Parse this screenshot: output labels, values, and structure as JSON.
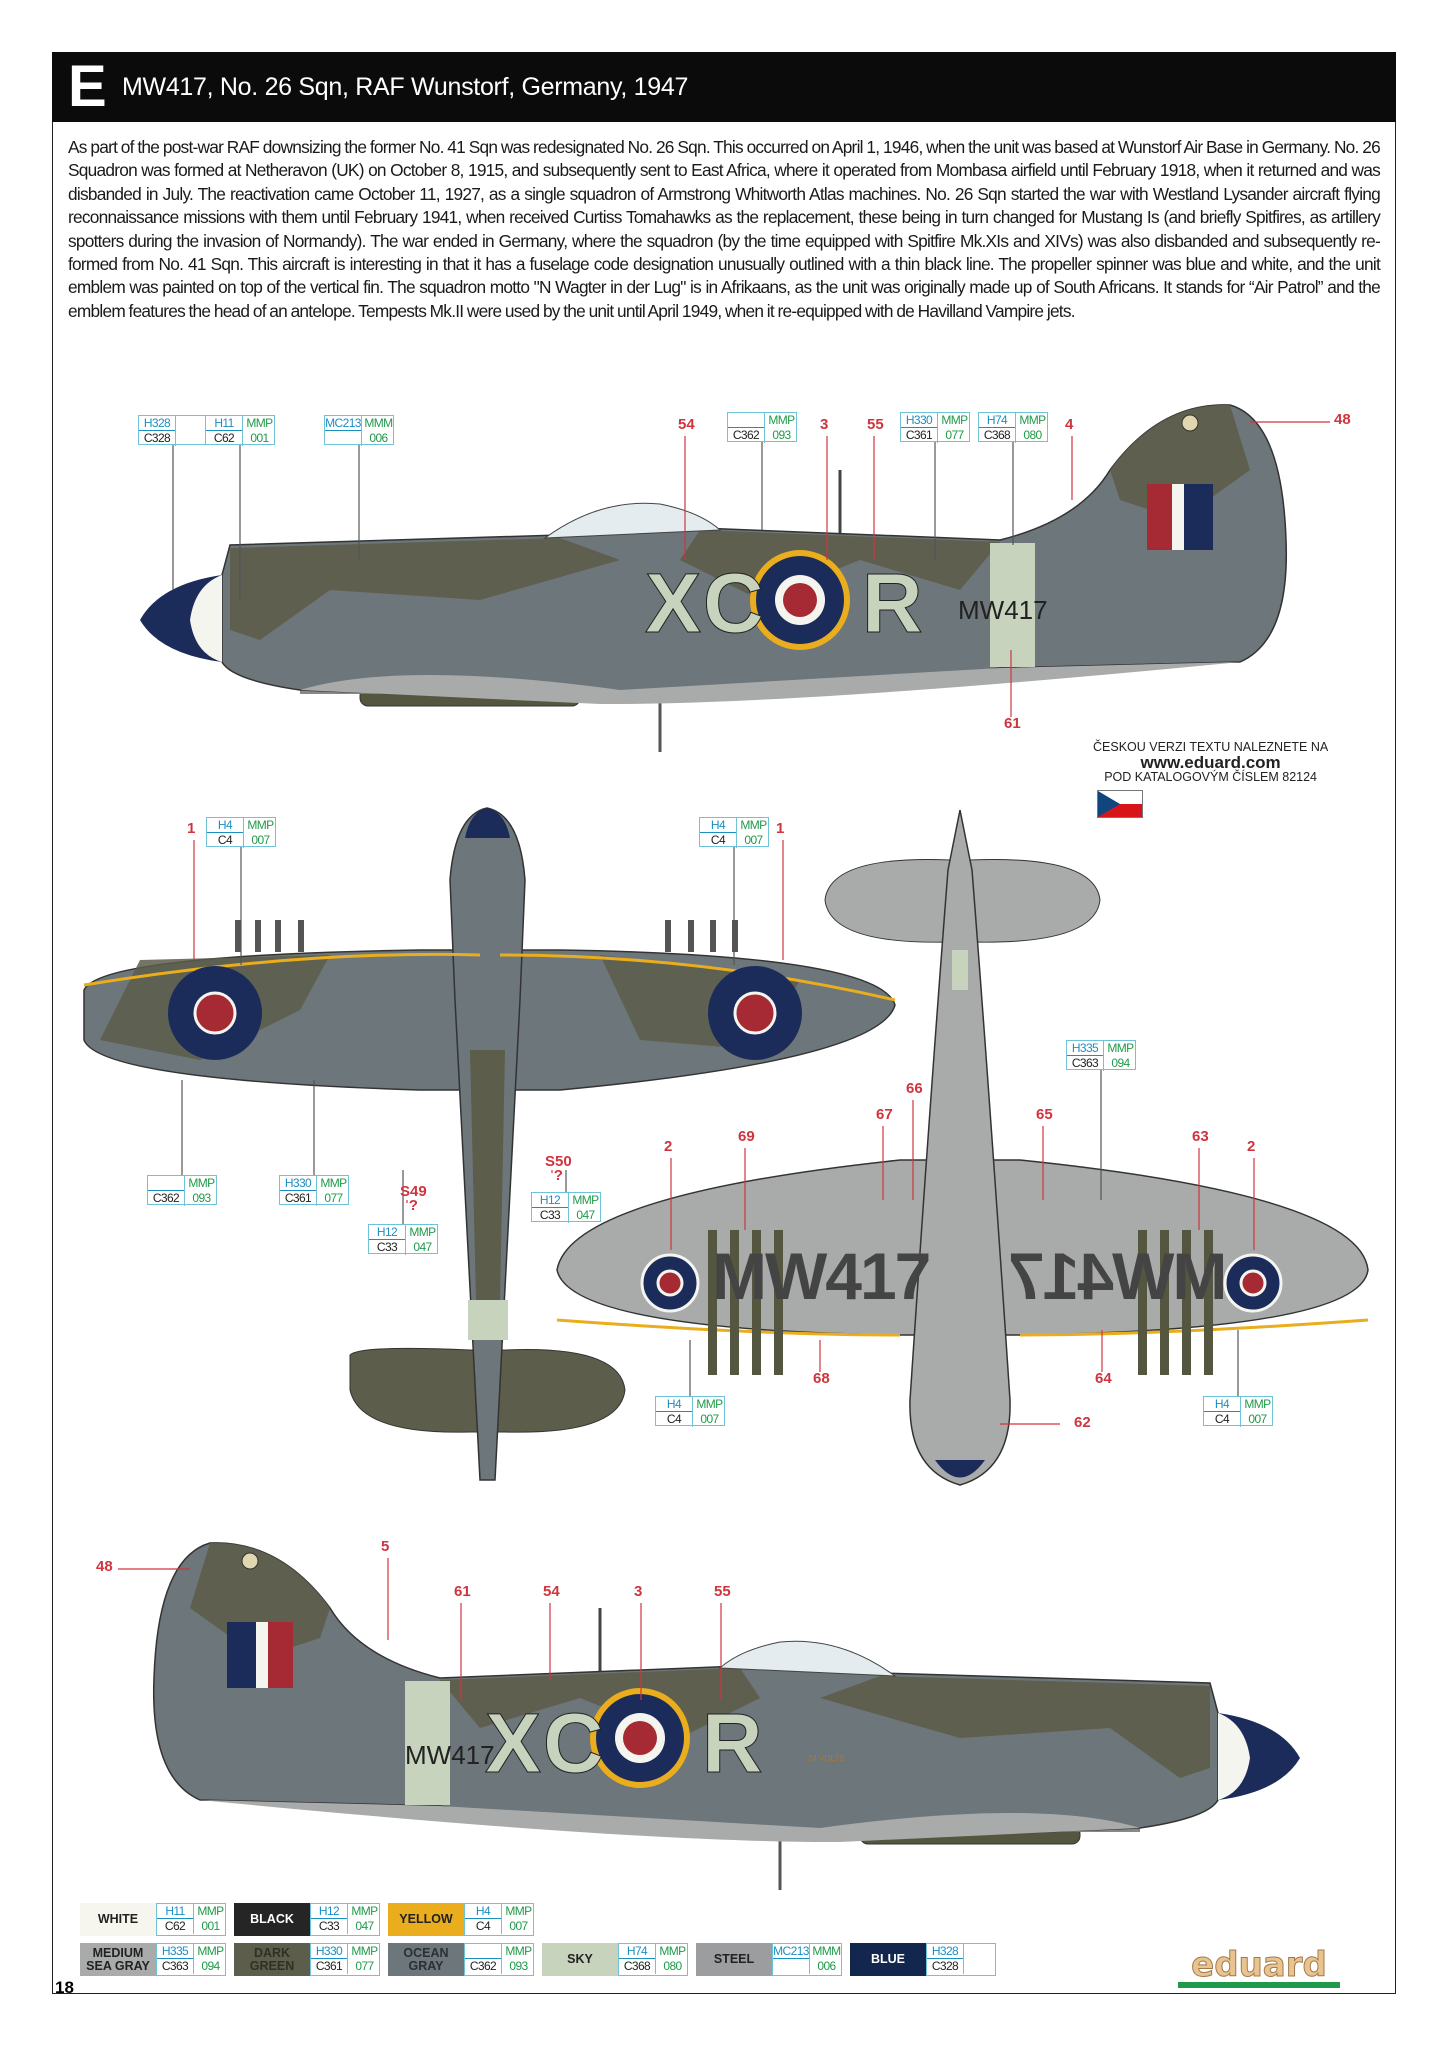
{
  "header": {
    "letter": "E",
    "title": "MW417, No. 26 Sqn, RAF Wunstorf, Germany, 1947"
  },
  "description": "As part of the post-war RAF downsizing the former No. 41 Sqn was redesignated No. 26 Sqn. This occurred on April 1, 1946, when the unit was based at Wunstorf Air Base in Germany. No. 26 Squadron was formed at Netheravon (UK) on October 8, 1915, and subsequently sent to East Africa, where it operated from Mombasa airfield until February 1918, when it returned and was disbanded in July. The reactivation came October 11, 1927, as a single squadron of Armstrong Whitworth Atlas machines. No. 26 Sqn started the war with Westland Lysander aircraft flying reconnaissance missions with them until February 1941, when received Curtiss Tomahawks as the replacement, these being in turn changed for Mustang Is (and briefly Spitfires, as artillery spotters during the invasion of Normandy). The war ended in Germany, where the squadron (by the time equipped with Spitfire Mk.XIs and XIVs) was also disbanded and subsequently re-formed from No. 41 Sqn. This aircraft is interesting in that it has a fuselage code designation unusually outlined with a thin black line. The propeller spinner was blue and white, and the unit emblem was painted on top of the vertical fin. The squadron motto \"N Wagter in der Lug\" is in Afrikaans, as the unit was originally made up of South Africans. It stands for “Air Patrol” and the emblem features the head of an antelope. Tempests Mk.II were used by the unit until April 1949, when it re-equipped with de Havilland Vampire jets.",
  "aircraft": {
    "code_left": "XC",
    "code_right": "R",
    "serial": "MW417",
    "stencil": "24 VOLTS"
  },
  "czech_note": {
    "line1": "ČESKOU VERZI TEXTU NALEZNETE NA",
    "url": "www.eduard.com",
    "line2": "POD KATALOGOVÝM ČÍSLEM 82124"
  },
  "paint_refs": [
    {
      "h": "H328",
      "c": "C328",
      "m": "",
      "n": ""
    },
    {
      "h": "H11",
      "c": "C62",
      "m": "MMP",
      "n": "001"
    },
    {
      "h": "MC213",
      "c": "",
      "m": "MMM",
      "n": "006"
    },
    {
      "h": "",
      "c": "C362",
      "m": "MMP",
      "n": "093"
    },
    {
      "h": "H330",
      "c": "C361",
      "m": "MMP",
      "n": "077"
    },
    {
      "h": "H74",
      "c": "C368",
      "m": "MMP",
      "n": "080"
    },
    {
      "h": "H4",
      "c": "C4",
      "m": "MMP",
      "n": "007"
    },
    {
      "h": "H4",
      "c": "C4",
      "m": "MMP",
      "n": "007"
    },
    {
      "h": "H335",
      "c": "C363",
      "m": "MMP",
      "n": "094"
    },
    {
      "h": "",
      "c": "C362",
      "m": "MMP",
      "n": "093"
    },
    {
      "h": "H330",
      "c": "C361",
      "m": "MMP",
      "n": "077"
    },
    {
      "h": "H12",
      "c": "C33",
      "m": "MMP",
      "n": "047"
    },
    {
      "h": "H12",
      "c": "C33",
      "m": "MMP",
      "n": "047"
    },
    {
      "h": "H4",
      "c": "C4",
      "m": "MMP",
      "n": "007"
    },
    {
      "h": "H4",
      "c": "C4",
      "m": "MMP",
      "n": "007"
    }
  ],
  "callout_numbers": [
    "54",
    "3",
    "55",
    "4",
    "48",
    "61",
    "1",
    "1",
    "S49\n?",
    "S50\n?",
    "66",
    "67",
    "65",
    "2",
    "69",
    "63",
    "2",
    "68",
    "64",
    "62",
    "48",
    "5",
    "61",
    "54",
    "3",
    "55"
  ],
  "legend": [
    [
      {
        "name": "WHITE",
        "color": "#f7f6ee",
        "text": "#222",
        "h": "H11",
        "c": "C62",
        "m": "MMP",
        "n": "001"
      },
      {
        "name": "BLACK",
        "color": "#252525",
        "text": "#fff",
        "h": "H12",
        "c": "C33",
        "m": "MMP",
        "n": "047"
      },
      {
        "name": "YELLOW",
        "color": "#e9ad1e",
        "text": "#222",
        "h": "H4",
        "c": "C4",
        "m": "MMP",
        "n": "007"
      }
    ],
    [
      {
        "name": "MEDIUM SEA GRAY",
        "color": "#a8abaa",
        "text": "#222",
        "h": "H335",
        "c": "C363",
        "m": "MMP",
        "n": "094"
      },
      {
        "name": "DARK GREEN",
        "color": "#5c5d4a",
        "text": "#2f3026",
        "h": "H330",
        "c": "C361",
        "m": "MMP",
        "n": "077"
      },
      {
        "name": "OCEAN GRAY",
        "color": "#6d767a",
        "text": "#2a3033",
        "h": "",
        "c": "C362",
        "m": "MMP",
        "n": "093"
      },
      {
        "name": "SKY",
        "color": "#c8d3bd",
        "text": "#222",
        "h": "H74",
        "c": "C368",
        "m": "MMP",
        "n": "080"
      },
      {
        "name": "STEEL",
        "color": "#9b9d9f",
        "text": "#222",
        "h": "MC213",
        "c": "",
        "m": "MMM",
        "n": "006"
      },
      {
        "name": "BLUE",
        "color": "#13264e",
        "text": "#fff",
        "h": "H328",
        "c": "C328",
        "m": "",
        "n": ""
      }
    ]
  ],
  "page_number": "18",
  "logo": "eduard",
  "colors": {
    "ocean_gray": "#6d767a",
    "dark_green": "#5c5d4a",
    "sea_gray": "#a8abaa",
    "sky": "#c8d3bd",
    "roundel_blue": "#1c2c5a",
    "roundel_red": "#a52a33",
    "yellow": "#e9ad1e",
    "callout_red": "#d0343d"
  }
}
